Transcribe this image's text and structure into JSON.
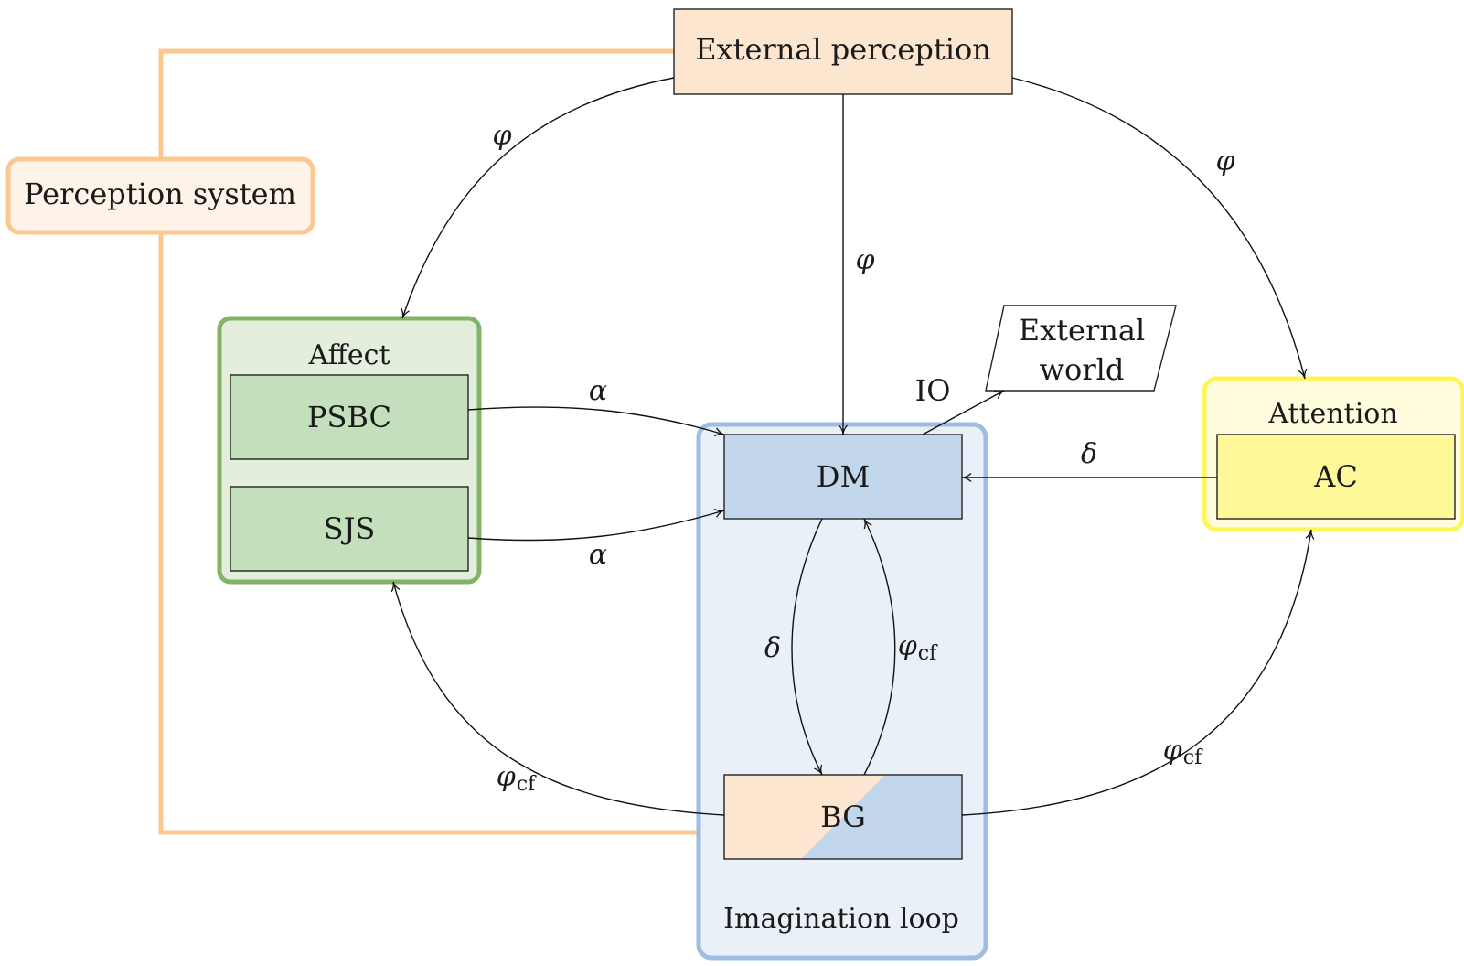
{
  "colors": {
    "perception": "#fde6cf",
    "perception_border": "#fbc891",
    "perception_light": "#fef3e8",
    "affect_fill": "#e3efdc",
    "affect_border": "#82b366",
    "affect_box": "#c4dfbb",
    "imagination_fill": "#eaf0f8",
    "imagination_border": "#9dbde3",
    "dm_box": "#c2d6ec",
    "attention_fill": "#fefcdc",
    "attention_border": "#fdf55a",
    "ac_box": "#fef899"
  },
  "nodes": {
    "external_perception": "External perception",
    "perception_system": "Perception system",
    "external_world_line1": "External",
    "external_world_line2": "world",
    "dm": "DM",
    "bg": "BG",
    "psbc": "PSBC",
    "sjs": "SJS",
    "ac": "AC"
  },
  "groups": {
    "affect": "Affect",
    "attention": "Attention",
    "imagination": "Imagination loop"
  },
  "edges": {
    "phi": "φ",
    "alpha": "α",
    "delta": "δ",
    "phi_cf_base": "φ",
    "cf": "cf",
    "io": "IO"
  }
}
